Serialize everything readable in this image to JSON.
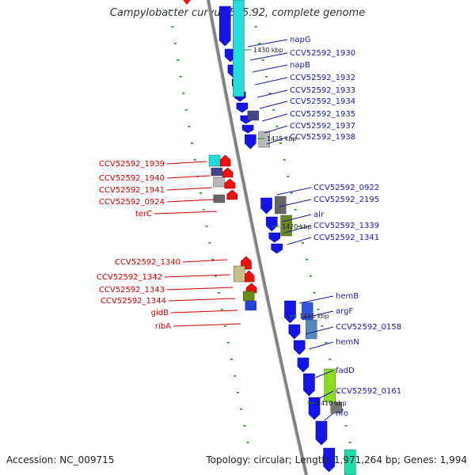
{
  "header": {
    "title": "Campylobacter curvus 525.92, complete genome"
  },
  "footer": {
    "accession": "Accession: NC_009715",
    "summary": "Topology: circular; Length: 1,971,264 bp; Genes: 1,994"
  },
  "colors": {
    "backbone": "#808080",
    "forward_cds": "#1515e6",
    "reverse_cds": "#ee1111",
    "forward_label": "#1a1aa8",
    "reverse_label": "#d10000",
    "tick": "#1a8a1a"
  },
  "kbp_marks": [
    "1430 kbp",
    "1425 kbp",
    "1420 kbp",
    "1415 kbp",
    "1410 kbp"
  ],
  "forward_labels": [
    "napG",
    "CCV52592_1930",
    "napB",
    "CCV52592_1932",
    "CCV52592_1933",
    "CCV52592_1934",
    "CCV52592_1935",
    "CCV52592_1937",
    "CCV52592_1938",
    "CCV52592_0922",
    "CCV52592_2195",
    "alr",
    "CCV52592_1339",
    "CCV52592_1341",
    "hemB",
    "argF",
    "CCV52592_0158",
    "hemN",
    "fadD",
    "CCV52592_0161",
    "nfo"
  ],
  "reverse_labels": [
    "CCV52592_1939",
    "CCV52592_1940",
    "CCV52592_1941",
    "CCV52592_0924",
    "terC",
    "CCV52592_1340",
    "CCV52592_1342",
    "CCV52592_1343",
    "CCV52592_1344",
    "gidB",
    "ribA"
  ]
}
